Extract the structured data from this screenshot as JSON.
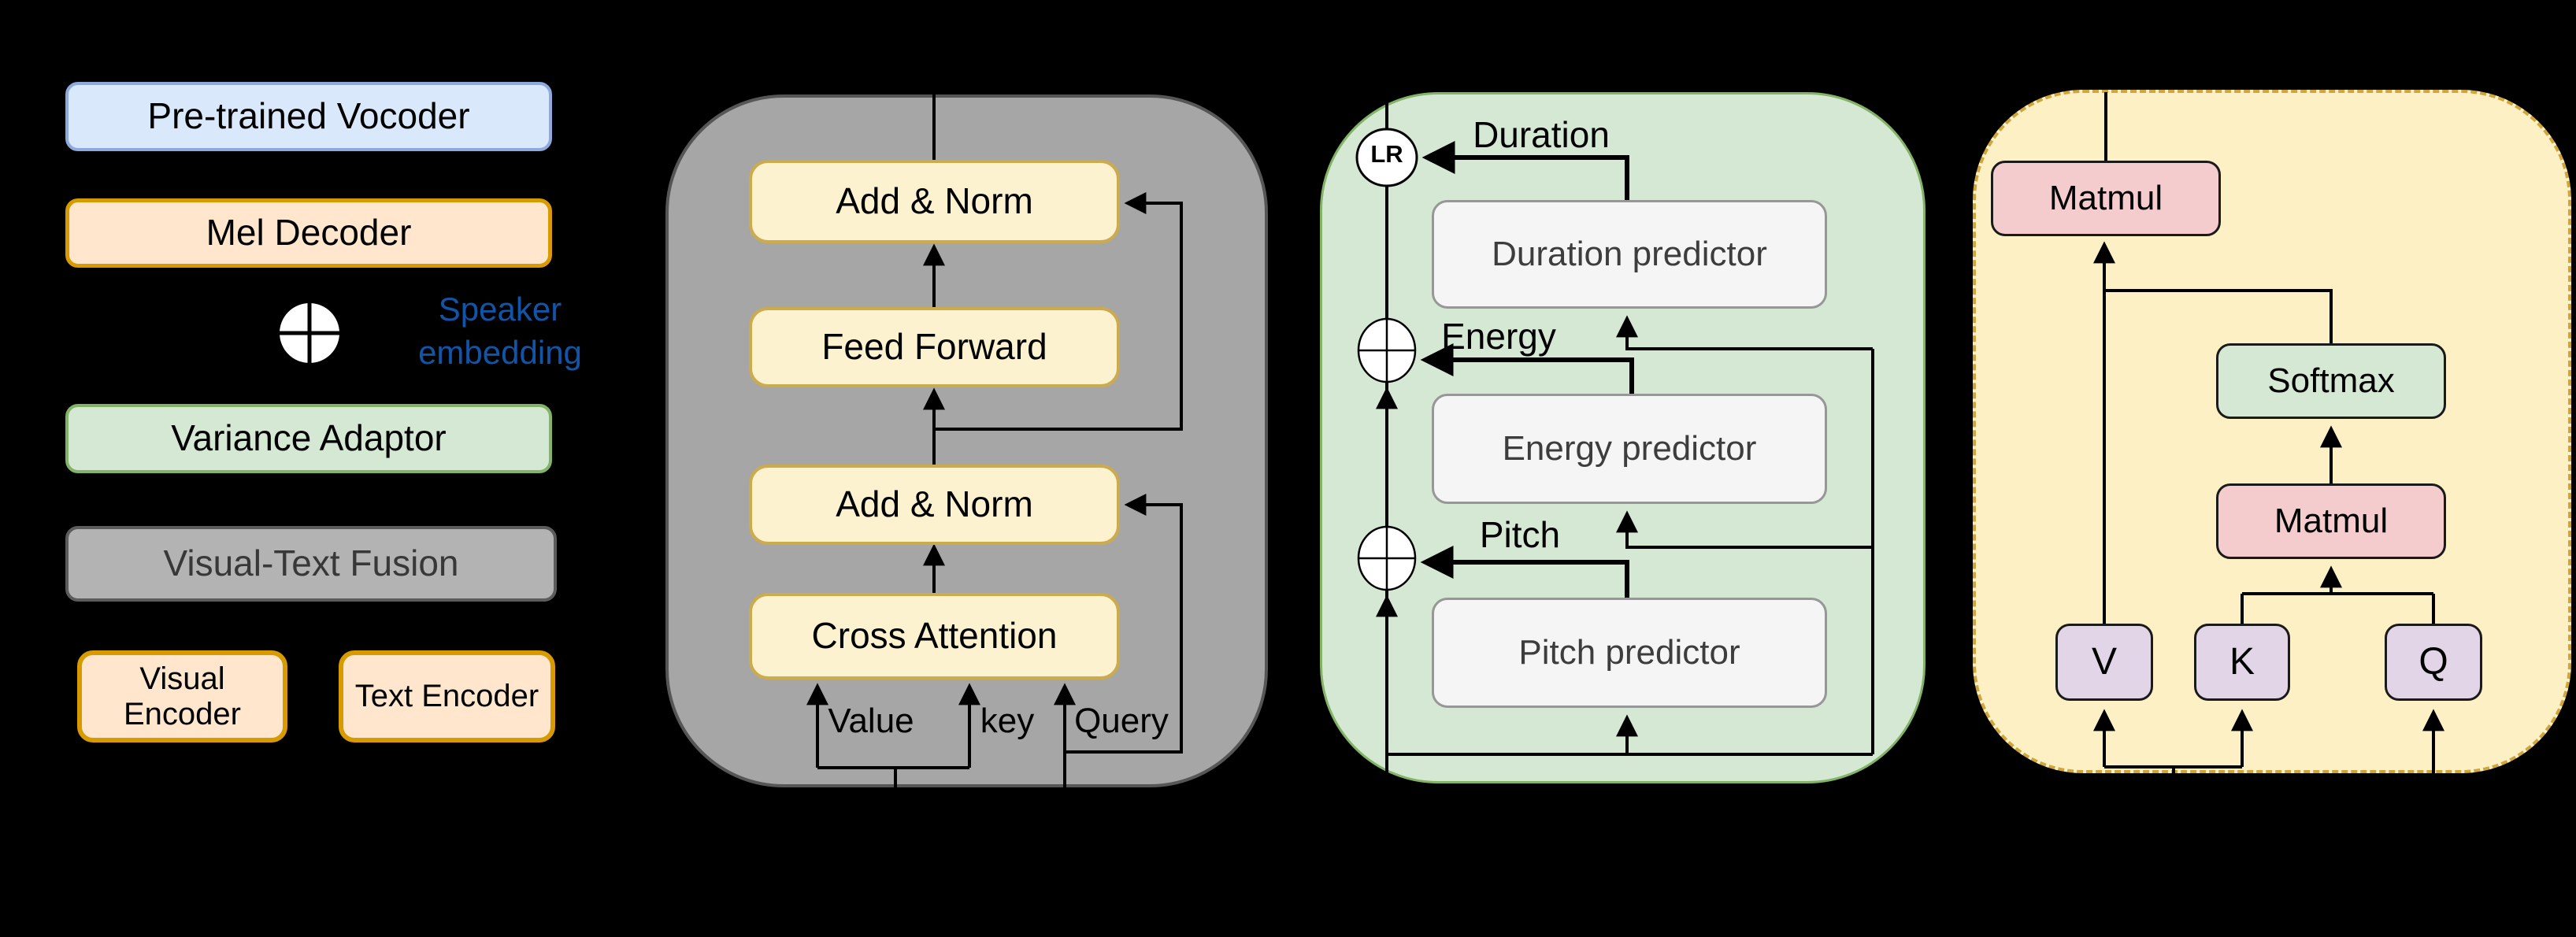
{
  "colors": {
    "background": "#000000",
    "line": "#000000",
    "vocoder_fill": "#dae8fc",
    "vocoder_border": "#8ea9db",
    "peach_fill": "#ffe6cc",
    "peach_border": "#d79b00",
    "green_fill": "#d5e8d4",
    "green_border": "#82b366",
    "fusion_fill": "#b3b3b3",
    "fusion_border": "#5c5c5c",
    "gray_panel_fill": "#a6a6a6",
    "gray_panel_border": "#565656",
    "yellow_box_fill": "#fcf2cf",
    "yellow_box_border": "#ccab4e",
    "yellow_panel_fill": "#fdf0c5",
    "yellow_panel_border": "#d0a63c",
    "predictor_fill": "#f5f5f5",
    "predictor_border": "#979797",
    "pink_fill": "#f4ccce",
    "lavender_fill": "#e1d5e7",
    "speaker_text": "#1155a8"
  },
  "pipeline": {
    "boxes": [
      {
        "label": "Pre-trained Vocoder"
      },
      {
        "label": "Mel Decoder"
      },
      {
        "label": "Variance Adaptor"
      },
      {
        "label": "Visual-Text Fusion"
      },
      {
        "label": "Visual Encoder"
      },
      {
        "label": "Text Encoder"
      }
    ],
    "speaker_embedding": "Speaker embedding"
  },
  "fusion_block": {
    "layers": [
      {
        "label": "Add & Norm"
      },
      {
        "label": "Feed Forward"
      },
      {
        "label": "Add & Norm"
      },
      {
        "label": "Cross Attention"
      }
    ],
    "inputs": [
      {
        "label": "Value"
      },
      {
        "label": "key"
      },
      {
        "label": "Query"
      }
    ]
  },
  "variance_adaptor": {
    "lr": "LR",
    "signals": [
      {
        "label": "Duration"
      },
      {
        "label": "Energy"
      },
      {
        "label": "Pitch"
      }
    ],
    "predictors": [
      {
        "label": "Duration predictor"
      },
      {
        "label": "Energy predictor"
      },
      {
        "label": "Pitch predictor"
      }
    ]
  },
  "attention": {
    "ops": [
      {
        "label": "Matmul"
      },
      {
        "label": "Softmax"
      },
      {
        "label": "Matmul"
      }
    ],
    "inputs": [
      {
        "label": "V"
      },
      {
        "label": "K"
      },
      {
        "label": "Q"
      }
    ]
  }
}
